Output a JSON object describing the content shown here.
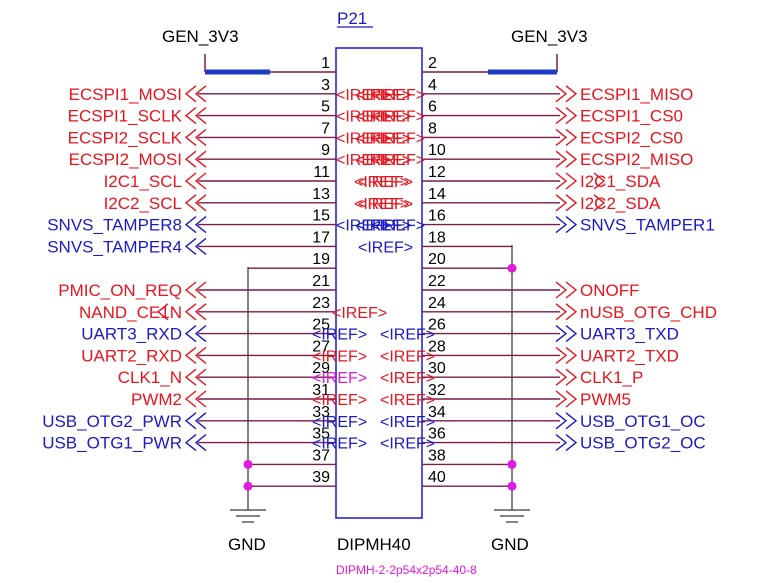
{
  "component": {
    "designator": "P21",
    "part": "DIPMH40",
    "footprint": "DIPMH-2-2p54x2p54-40-8"
  },
  "power": {
    "left_rail": "GEN_3V3",
    "right_rail": "GEN_3V3",
    "left_ground": "GND",
    "right_ground": "GND"
  },
  "iref_text": "<IREF>",
  "colors": {
    "red": "#e8141e",
    "blue": "#1a1ac8",
    "magenta": "#e01ae0",
    "wire": "#7a1c4c",
    "line": "#5a5a5a",
    "power_bar": "#1e3cc8",
    "junction": "#e01ae0"
  },
  "left_pins": [
    {
      "num": "1",
      "net": "",
      "color": "",
      "iref": "none"
    },
    {
      "num": "3",
      "net": "ECSPI1_MOSI",
      "color": "red",
      "iref": "double"
    },
    {
      "num": "5",
      "net": "ECSPI1_SCLK",
      "color": "red",
      "iref": "double"
    },
    {
      "num": "7",
      "net": "ECSPI2_SCLK",
      "color": "red",
      "iref": "double"
    },
    {
      "num": "9",
      "net": "ECSPI2_MOSI",
      "color": "red",
      "iref": "double"
    },
    {
      "num": "11",
      "net": "I2C1_SCL",
      "color": "red",
      "iref": "none"
    },
    {
      "num": "13",
      "net": "I2C2_SCL",
      "color": "red",
      "iref": "none"
    },
    {
      "num": "15",
      "net": "SNVS_TAMPER8",
      "color": "blue",
      "iref": "double"
    },
    {
      "num": "17",
      "net": "SNVS_TAMPER4",
      "color": "blue",
      "iref": "none"
    },
    {
      "num": "19",
      "net": "",
      "color": "",
      "iref": "none"
    },
    {
      "num": "21",
      "net": "PMIC_ON_REQ",
      "color": "red",
      "iref": "none"
    },
    {
      "num": "23",
      "net": "NAND_CE1N",
      "color": "red",
      "iref": "single"
    },
    {
      "num": "25",
      "net": "UART3_RXD",
      "color": "blue",
      "iref": "single"
    },
    {
      "num": "27",
      "net": "UART2_RXD",
      "color": "red",
      "iref": "single"
    },
    {
      "num": "29",
      "net": "CLK1_N",
      "color": "red",
      "iref": "single"
    },
    {
      "num": "31",
      "net": "PWM2",
      "color": "red",
      "iref": "single"
    },
    {
      "num": "33",
      "net": "USB_OTG2_PWR",
      "color": "blue",
      "iref": "single"
    },
    {
      "num": "35",
      "net": "USB_OTG1_PWR",
      "color": "blue",
      "iref": "single"
    },
    {
      "num": "37",
      "net": "",
      "color": "",
      "iref": "none"
    },
    {
      "num": "39",
      "net": "",
      "color": "",
      "iref": "none"
    }
  ],
  "right_pins": [
    {
      "num": "2",
      "net": "",
      "color": "",
      "iref": "none"
    },
    {
      "num": "4",
      "net": "ECSPI1_MISO",
      "color": "red",
      "iref": "double"
    },
    {
      "num": "6",
      "net": "ECSPI1_CS0",
      "color": "red",
      "iref": "double"
    },
    {
      "num": "8",
      "net": "ECSPI2_CS0",
      "color": "red",
      "iref": "double"
    },
    {
      "num": "10",
      "net": "ECSPI2_MISO",
      "color": "red",
      "iref": "double"
    },
    {
      "num": "12",
      "net": "I2C1_SDA",
      "color": "red",
      "iref": "triple"
    },
    {
      "num": "14",
      "net": "I2C2_SDA",
      "color": "red",
      "iref": "triple"
    },
    {
      "num": "16",
      "net": "SNVS_TAMPER1",
      "color": "blue",
      "iref": "double"
    },
    {
      "num": "18",
      "net": "",
      "color": "",
      "iref": "single"
    },
    {
      "num": "20",
      "net": "",
      "color": "",
      "iref": "none"
    },
    {
      "num": "22",
      "net": "ONOFF",
      "color": "red",
      "iref": "none"
    },
    {
      "num": "24",
      "net": "nUSB_OTG_CHD",
      "color": "red",
      "iref": "none"
    },
    {
      "num": "26",
      "net": "UART3_TXD",
      "color": "blue",
      "iref": "single"
    },
    {
      "num": "28",
      "net": "UART2_TXD",
      "color": "red",
      "iref": "single"
    },
    {
      "num": "30",
      "net": "CLK1_P",
      "color": "red",
      "iref": "single"
    },
    {
      "num": "32",
      "net": "PWM5",
      "color": "red",
      "iref": "single"
    },
    {
      "num": "34",
      "net": "USB_OTG1_OC",
      "color": "blue",
      "iref": "single"
    },
    {
      "num": "36",
      "net": "USB_OTG2_OC",
      "color": "blue",
      "iref": "single"
    },
    {
      "num": "38",
      "net": "",
      "color": "",
      "iref": "none"
    },
    {
      "num": "40",
      "net": "",
      "color": "",
      "iref": "none"
    }
  ]
}
